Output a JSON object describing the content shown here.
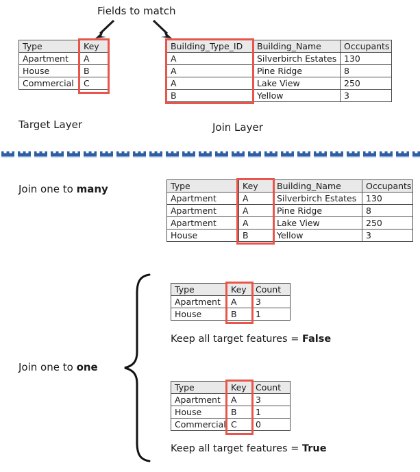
{
  "annotations": {
    "fields_to_match": "Fields to match",
    "target_layer": "Target Layer",
    "join_layer": "Join Layer",
    "join_one_to_many_prefix": "Join one to ",
    "join_one_to_many_emphasis": "many",
    "join_one_to_one_prefix": "Join one to ",
    "join_one_to_one_emphasis": "one",
    "keep_all_prefix": "Keep all target features = ",
    "keep_all_false": "False",
    "keep_all_true": "True"
  },
  "colors": {
    "highlight_red": "#e8554a",
    "header_fill": "#e9e9e9",
    "grid_line": "#4d4d4d",
    "divider_blue": "#2e5fa3",
    "arrow_black": "#1a1a1a",
    "text": "#1a1a1a"
  },
  "target_table": {
    "headers": [
      "Type",
      "Key"
    ],
    "rows": [
      [
        "Apartment",
        "A"
      ],
      [
        "House",
        "B"
      ],
      [
        "Commercial",
        "C"
      ]
    ],
    "highlight_column": "Key"
  },
  "join_table": {
    "headers": [
      "Building_Type_ID",
      "Building_Name",
      "Occupants"
    ],
    "rows": [
      [
        "A",
        "Silverbirch Estates",
        "130"
      ],
      [
        "A",
        "Pine Ridge",
        "8"
      ],
      [
        "A",
        "Lake View",
        "250"
      ],
      [
        "B",
        "Yellow",
        "3"
      ]
    ],
    "highlight_column": "Building_Type_ID"
  },
  "one_to_many_table": {
    "headers": [
      "Type",
      "Key",
      "Building_Name",
      "Occupants"
    ],
    "rows": [
      [
        "Apartment",
        "A",
        "Silverbirch Estates",
        "130"
      ],
      [
        "Apartment",
        "A",
        "Pine Ridge",
        "8"
      ],
      [
        "Apartment",
        "A",
        "Lake View",
        "250"
      ],
      [
        "House",
        "B",
        "Yellow",
        "3"
      ]
    ],
    "highlight_column": "Key"
  },
  "one_to_one_false_table": {
    "headers": [
      "Type",
      "Key",
      "Count"
    ],
    "rows": [
      [
        "Apartment",
        "A",
        "3"
      ],
      [
        "House",
        "B",
        "1"
      ]
    ],
    "highlight_column": "Key"
  },
  "one_to_one_true_table": {
    "headers": [
      "Type",
      "Key",
      "Count"
    ],
    "rows": [
      [
        "Apartment",
        "A",
        "3"
      ],
      [
        "House",
        "B",
        "1"
      ],
      [
        "Commercial",
        "C",
        "0"
      ]
    ],
    "highlight_column": "Key"
  }
}
